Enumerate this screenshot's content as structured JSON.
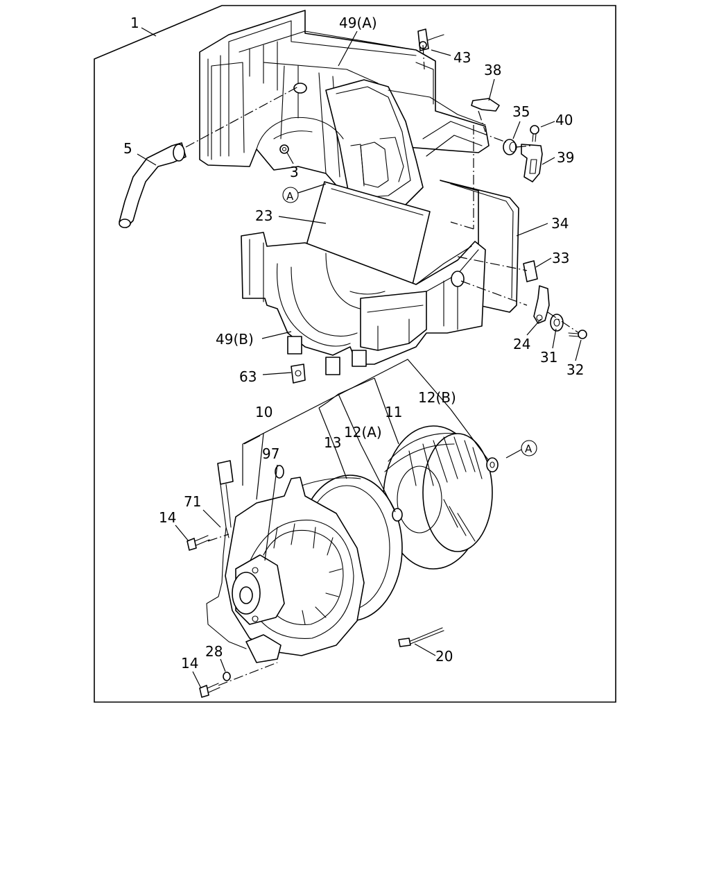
{
  "labels": {
    "p1": "1",
    "p49a": "49(A)",
    "p43": "43",
    "p38": "38",
    "p35": "35",
    "p40": "40",
    "p5": "5",
    "p3": "3",
    "p39": "39",
    "pA1": "A",
    "p23": "23",
    "p34": "34",
    "p33": "33",
    "p49b": "49(B)",
    "p24": "24",
    "p31": "31",
    "p32": "32",
    "p63": "63",
    "p12b": "12(B)",
    "p10": "10",
    "p11": "11",
    "p13": "13",
    "p12a": "12(A)",
    "p97": "97",
    "pA2": "A",
    "p71": "71",
    "p14a": "14",
    "p28": "28",
    "p14b": "14",
    "p20": "20"
  }
}
